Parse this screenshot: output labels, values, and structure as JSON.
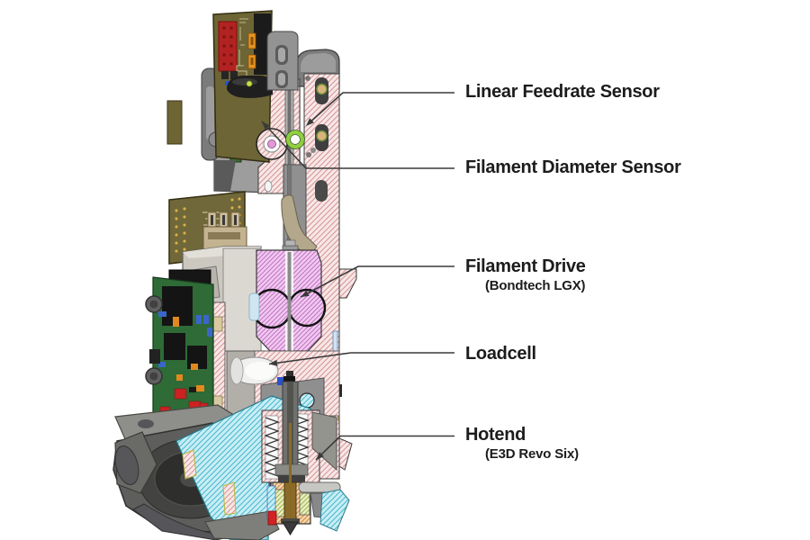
{
  "diagram": {
    "type": "technical-cutaway",
    "subject": "3D printer toolhead cross-section with labeled components",
    "background_color": "#ffffff",
    "leader_line_color": "#3a3a3a"
  },
  "callouts": [
    {
      "label": "Linear Feedrate Sensor",
      "sublabel": ""
    },
    {
      "label": "Filament Diameter Sensor",
      "sublabel": ""
    },
    {
      "label": "Filament Drive",
      "sublabel": "(Bondtech LGX)"
    },
    {
      "label": "Loadcell",
      "sublabel": ""
    },
    {
      "label": "Hotend",
      "sublabel": "(E3D Revo Six)"
    }
  ],
  "colors": {
    "section_hatch_pink_bg": "#f8e7e7",
    "section_hatch_pink_line": "#d49494",
    "section_hatch_magenta_bg": "#f3c8f3",
    "section_hatch_magenta_line": "#bb77bb",
    "section_hatch_cyan_bg": "#c9edf4",
    "section_hatch_cyan_line": "#45b9ce",
    "section_hatch_orange_bg": "#f6d6ad",
    "section_hatch_orange_line": "#cc8844",
    "section_hatch_yellowgreen_bg": "#e9efc4",
    "section_hatch_yellowgreen_line": "#a3b04a",
    "pcb_olive": "#6d6535",
    "pcb_green": "#2e6b36",
    "component_red": "#b32222",
    "metal_gray": "#9d9d9d",
    "fan_dark_gray": "#5e5e5c",
    "sensor_ring_lime": "#8ecf3f",
    "wheel_center_magenta": "#e19ad4",
    "outline": "#3a3a3a"
  }
}
